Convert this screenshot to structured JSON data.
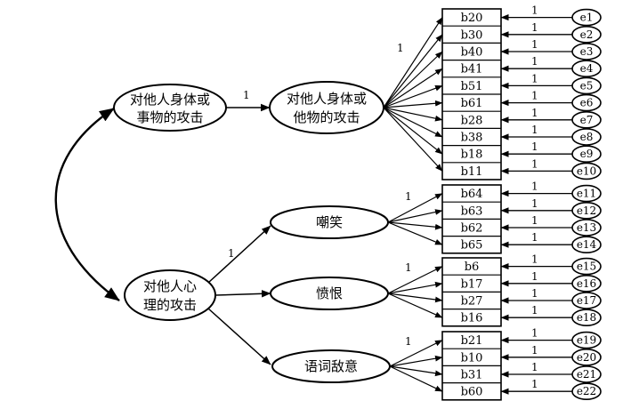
{
  "latent": {
    "higher_left_1": [
      "对他人身体或",
      "事物的攻击"
    ],
    "higher_left_2": [
      "对他人心",
      "理的攻击"
    ],
    "factor_1": [
      "对他人身体或",
      "他物的攻击"
    ],
    "factor_2": "嘲笑",
    "factor_3": "愤恨",
    "factor_4": "语词敌意"
  },
  "weights": {
    "h1_to_f1": "1",
    "h2_to_f2": "1",
    "f1_first": "1",
    "f2_first": "1",
    "f3_first": "1",
    "f4_first": "1"
  },
  "groups": [
    {
      "factor": "factor_1",
      "items": [
        "b20",
        "b30",
        "b40",
        "b41",
        "b51",
        "b61",
        "b28",
        "b38",
        "b18",
        "b11"
      ]
    },
    {
      "factor": "factor_2",
      "items": [
        "b64",
        "b63",
        "b62",
        "b65"
      ]
    },
    {
      "factor": "factor_3",
      "items": [
        "b6",
        "b17",
        "b27",
        "b16"
      ]
    },
    {
      "factor": "factor_4",
      "items": [
        "b21",
        "b10",
        "b31",
        "b60"
      ]
    }
  ],
  "errors": [
    "e1",
    "e2",
    "e3",
    "e4",
    "e5",
    "e6",
    "e7",
    "e8",
    "e9",
    "e10",
    "e11",
    "e12",
    "e13",
    "e14",
    "e15",
    "e16",
    "e17",
    "e18",
    "e19",
    "e20",
    "e21",
    "e22"
  ],
  "error_weight": "1"
}
